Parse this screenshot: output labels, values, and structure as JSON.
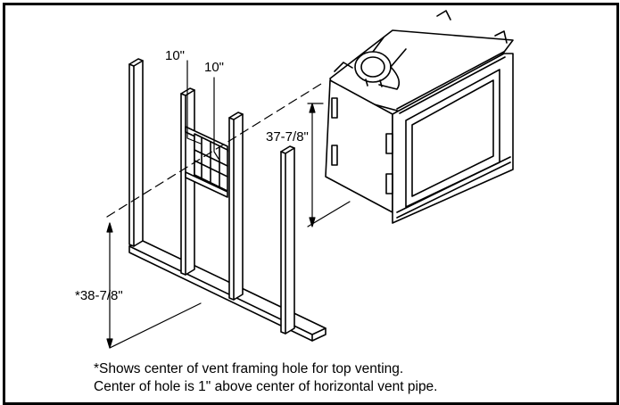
{
  "dimensions": {
    "frame_width_1": "10\"",
    "frame_width_2": "10\"",
    "fireplace_height": "37-7/8\"",
    "vent_center_height": "*38-7/8\""
  },
  "notes": {
    "line1": "*Shows center of vent framing hole for top venting.",
    "line2": "Center of hole is 1\" above center of horizontal vent pipe."
  }
}
